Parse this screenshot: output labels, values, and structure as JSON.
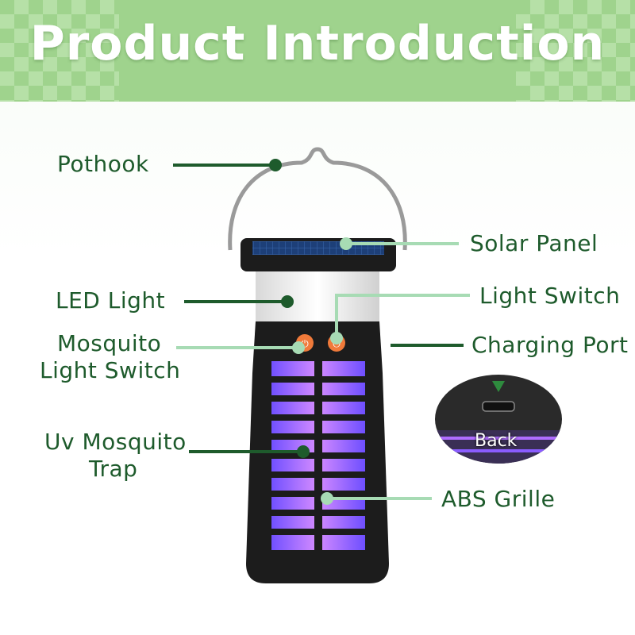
{
  "header": {
    "title": "Product Introduction"
  },
  "labels": {
    "pothook": "Pothook",
    "solar_panel": "Solar Panel",
    "led_light": "LED Light",
    "light_switch": "Light Switch",
    "mosquito_light_switch_line1": "Mosquito",
    "mosquito_light_switch_line2": "Light Switch",
    "charging_port": "Charging Port",
    "uv_trap_line1": "Uv Mosquito",
    "uv_trap_line2": "Trap",
    "abs_grille": "ABS Grille"
  },
  "zoom_inset": {
    "text": "Back"
  },
  "colors": {
    "header_green": "#9fd38d",
    "label_green": "#1e5b2c",
    "light_line": "#a7dbb4",
    "device_black": "#1c1c1c",
    "uv_purple": "#b06cff",
    "button_orange": "#f07a3a"
  }
}
